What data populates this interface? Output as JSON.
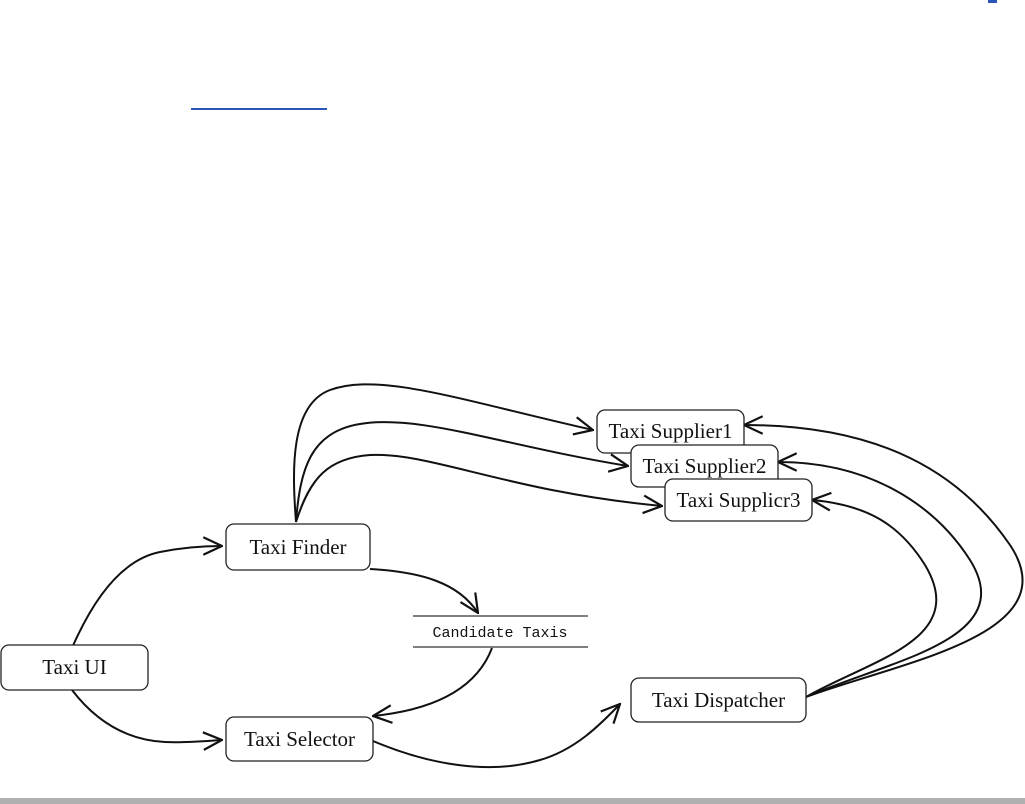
{
  "nodes": {
    "taxi_ui": "Taxi UI",
    "taxi_finder": "Taxi Finder",
    "taxi_selector": "Taxi Selector",
    "taxi_dispatcher": "Taxi Dispatcher",
    "taxi_supplier1": "Taxi Supplier1",
    "taxi_supplier2": "Taxi Supplier2",
    "taxi_supplier3": "Taxi Supplicr3"
  },
  "data_store": {
    "candidate_taxis": "Candidate Taxis"
  },
  "colors": {
    "link_blue": "#2a56b8",
    "stroke": "#111111",
    "bottom_bar": "#b0b0b0"
  }
}
